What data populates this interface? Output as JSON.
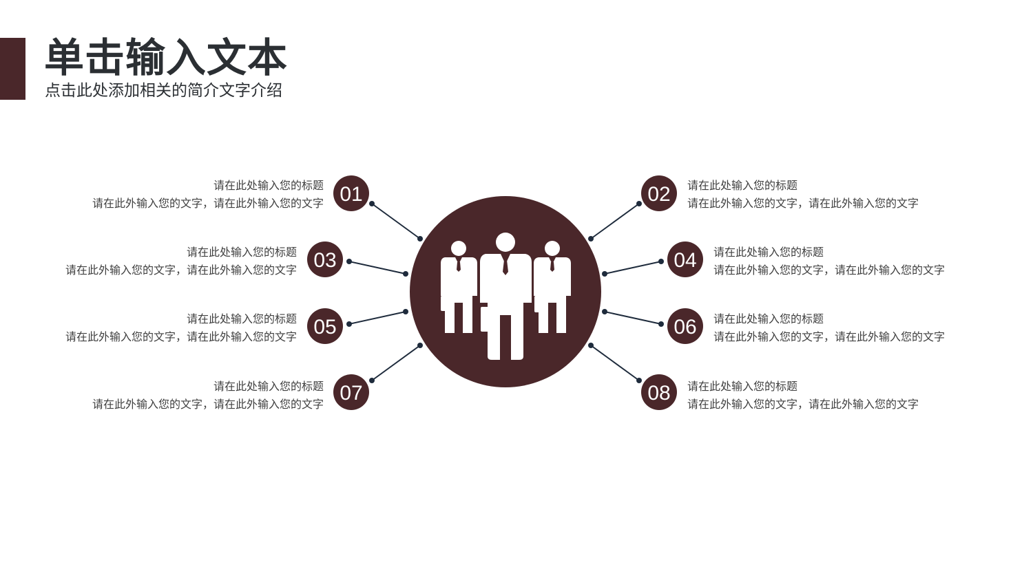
{
  "header": {
    "title": "单击输入文本",
    "subtitle": "点击此处添加相关的简介文字介绍"
  },
  "colors": {
    "accent": "#4a272a",
    "connector": "#1e2b3c",
    "title_text": "#2b2f33",
    "body_text": "#404040"
  },
  "center": {
    "icon": "business-team-icon"
  },
  "items": [
    {
      "num": "01",
      "title": "请在此处输入您的标题",
      "desc": "请在此外输入您的文字，请在此外输入您的文字"
    },
    {
      "num": "02",
      "title": "请在此处输入您的标题",
      "desc": "请在此外输入您的文字，请在此外输入您的文字"
    },
    {
      "num": "03",
      "title": "请在此处输入您的标题",
      "desc": "请在此外输入您的文字，请在此外输入您的文字"
    },
    {
      "num": "04",
      "title": "请在此处输入您的标题",
      "desc": "请在此外输入您的文字，请在此外输入您的文字"
    },
    {
      "num": "05",
      "title": "请在此处输入您的标题",
      "desc": "请在此外输入您的文字，请在此外输入您的文字"
    },
    {
      "num": "06",
      "title": "请在此处输入您的标题",
      "desc": "请在此外输入您的文字，请在此外输入您的文字"
    },
    {
      "num": "07",
      "title": "请在此处输入您的标题",
      "desc": "请在此外输入您的文字，请在此外输入您的文字"
    },
    {
      "num": "08",
      "title": "请在此处输入您的标题",
      "desc": "请在此外输入您的文字，请在此外输入您的文字"
    }
  ]
}
